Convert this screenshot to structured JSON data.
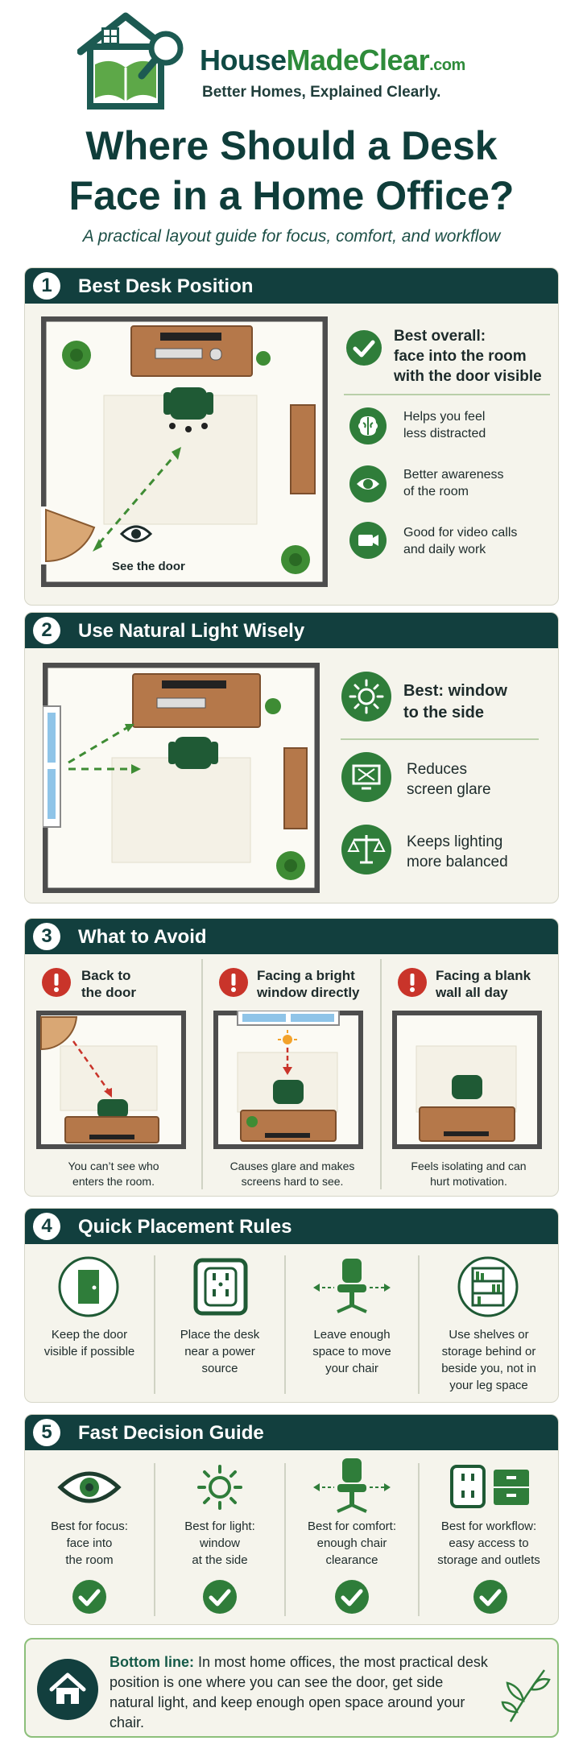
{
  "brand": {
    "name_part1": "House",
    "name_part2": "MadeClear",
    "name_suffix": ".com",
    "tagline": "Better Homes, Explained Clearly."
  },
  "title_line1": "Where Should a Desk",
  "title_line2": "Face in a Home Office?",
  "subtitle": "A practical layout guide for focus, comfort, and workflow",
  "colors": {
    "dark_teal": "#123f3e",
    "green": "#2f7d3a",
    "panel": "#f5f4ec",
    "alert_red": "#c9342a",
    "wood": "#b5784a"
  },
  "sections": {
    "s1": {
      "num": "1",
      "title": "Best Desk Position",
      "plan_label": "See the door",
      "best_line1": "Best overall:",
      "best_line2": "face into the room",
      "best_line3": "with the door visible",
      "benefits": [
        {
          "icon": "brain-icon",
          "line1": "Helps you feel",
          "line2": "less distracted"
        },
        {
          "icon": "eye-icon",
          "line1": "Better awareness",
          "line2": "of the room"
        },
        {
          "icon": "video-camera-icon",
          "line1": "Good for video calls",
          "line2": "and daily work"
        }
      ]
    },
    "s2": {
      "num": "2",
      "title": "Use Natural Light Wisely",
      "best_line1": "Best: window",
      "best_line2": "to the side",
      "benefits": [
        {
          "icon": "screen-glare-icon",
          "line1": "Reduces",
          "line2": "screen glare"
        },
        {
          "icon": "balance-scale-icon",
          "line1": "Keeps lighting",
          "line2": "more balanced"
        }
      ]
    },
    "s3": {
      "num": "3",
      "title": "What to Avoid",
      "items": [
        {
          "line1": "Back to",
          "line2": "the door",
          "cap1": "You can’t see who",
          "cap2": "enters the room."
        },
        {
          "line1": "Facing a bright",
          "line2": "window directly",
          "cap1": "Causes glare and makes",
          "cap2": "screens hard to see."
        },
        {
          "line1": "Facing a blank",
          "line2": "wall all day",
          "cap1": "Feels isolating and can",
          "cap2": "hurt motivation."
        }
      ]
    },
    "s4": {
      "num": "4",
      "title": "Quick Placement Rules",
      "rules": [
        {
          "icon": "door-icon",
          "lines": [
            "Keep the door",
            "visible if possible"
          ]
        },
        {
          "icon": "power-outlet-icon",
          "lines": [
            "Place the desk",
            "near a power",
            "source"
          ]
        },
        {
          "icon": "office-chair-icon",
          "lines": [
            "Leave enough",
            "space to move",
            "your chair"
          ]
        },
        {
          "icon": "bookshelf-icon",
          "lines": [
            "Use shelves or",
            "storage behind or",
            "beside you, not in",
            "your leg space"
          ]
        }
      ]
    },
    "s5": {
      "num": "5",
      "title": "Fast Decision Guide",
      "guides": [
        {
          "icon": "eye-icon",
          "lines": [
            "Best for focus:",
            "face into",
            "the room"
          ]
        },
        {
          "icon": "sun-icon",
          "lines": [
            "Best for light:",
            "window",
            "at the side"
          ]
        },
        {
          "icon": "office-chair-icon",
          "lines": [
            "Best for comfort:",
            "enough chair",
            "clearance"
          ]
        },
        {
          "icon": "outlet-storage-icon",
          "lines": [
            "Best for workflow:",
            "easy access to",
            "storage and outlets"
          ]
        }
      ]
    }
  },
  "bottom_line": {
    "lead": "Bottom line:",
    "text": " In most home offices, the most practical desk position is one where you can see the door, get side natural light, and keep enough open space around your chair."
  }
}
